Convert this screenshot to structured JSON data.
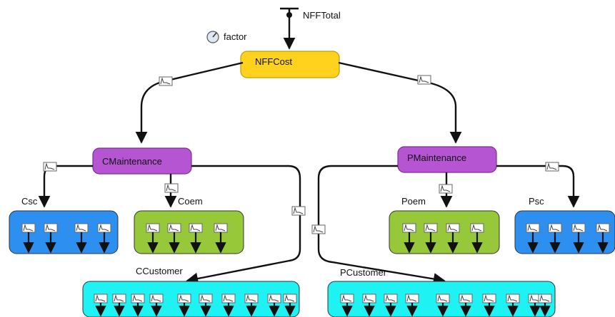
{
  "diagram": {
    "top_variable": {
      "label": "NFFTotal"
    },
    "parameter": {
      "label": "factor"
    },
    "root_node": {
      "label": "NFFCost",
      "color": "#ffd21e"
    },
    "level2": [
      {
        "label": "CMaintenance",
        "color": "#b655d1"
      },
      {
        "label": "PMaintenance",
        "color": "#b655d1"
      }
    ],
    "groups": [
      {
        "label": "Csc",
        "color": "#2d8ff0",
        "units": 4
      },
      {
        "label": "Coem",
        "color": "#97c83a",
        "units": 4
      },
      {
        "label": "Poem",
        "color": "#97c83a",
        "units": 4
      },
      {
        "label": "Psc",
        "color": "#2d8ff0",
        "units": 4
      },
      {
        "label": "CCustomer",
        "color": "#1ef2f2",
        "units": 10
      },
      {
        "label": "PCustomer",
        "color": "#1ef2f2",
        "units": 10
      }
    ],
    "icon_names": [
      "table-function-icon",
      "gauge-icon",
      "flow-source-icon"
    ]
  }
}
